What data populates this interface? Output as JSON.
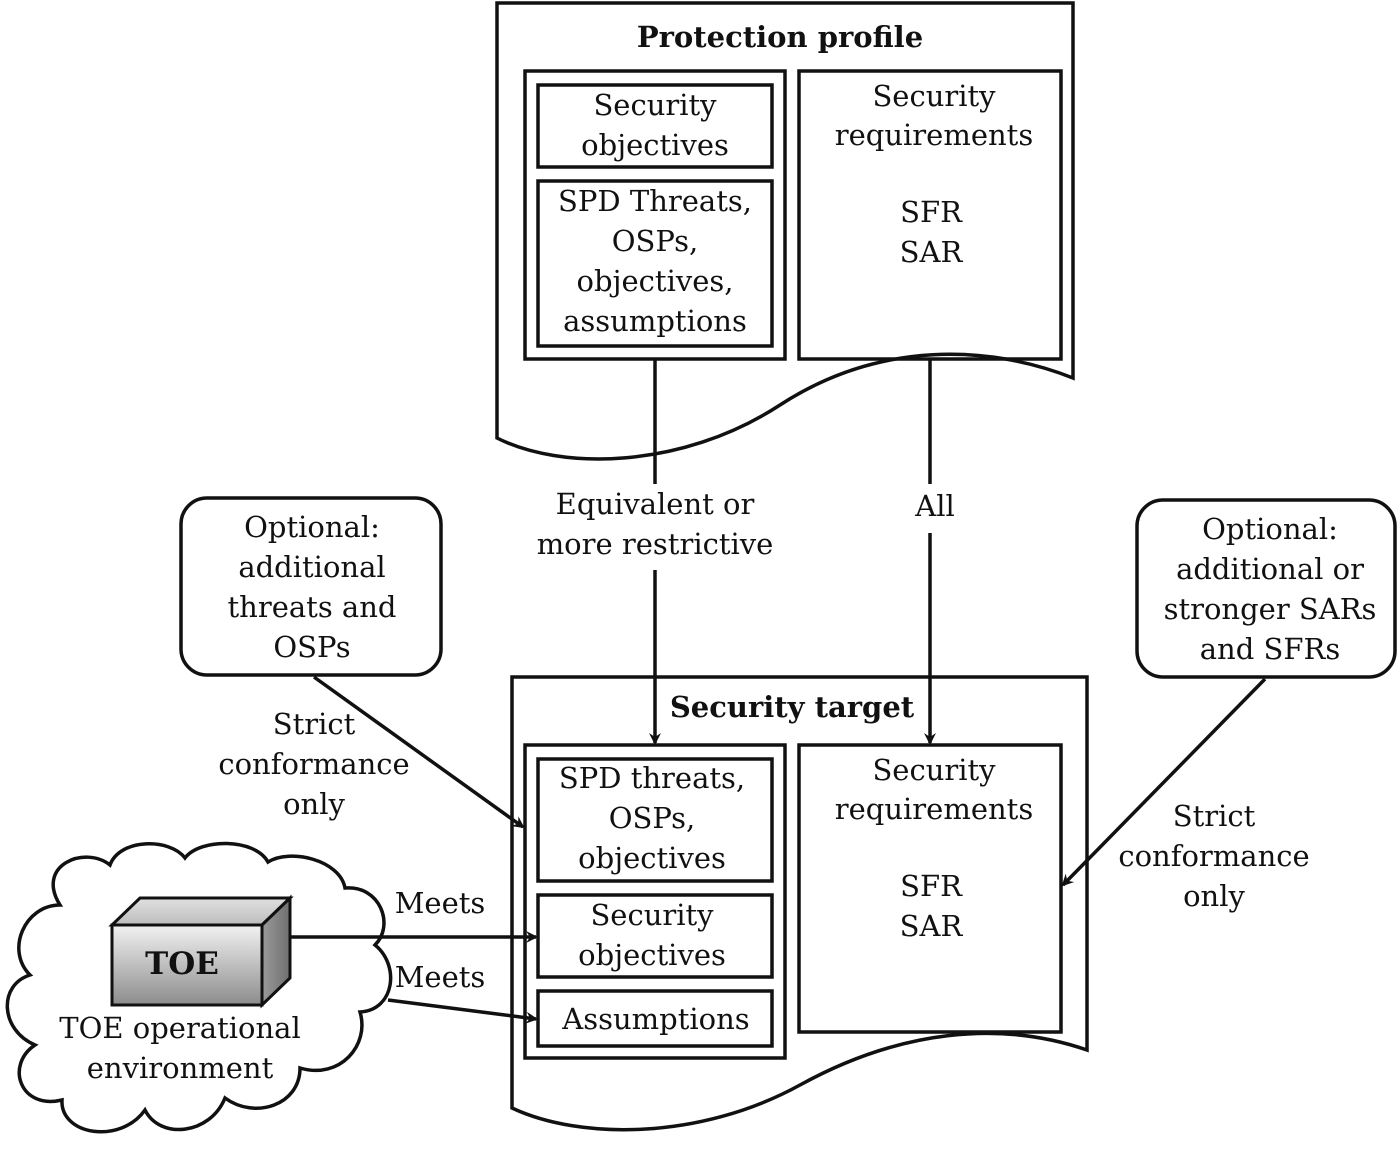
{
  "protection_profile": {
    "title": "Protection profile",
    "security_objectives": [
      "Security",
      "objectives"
    ],
    "spd": [
      "SPD Threats,",
      "OSPs,",
      "objectives,",
      "assumptions"
    ],
    "security_requirements": [
      "Security",
      "requirements"
    ],
    "req_items": [
      "SFR",
      "SAR"
    ]
  },
  "security_target": {
    "title": "Security target",
    "spd": [
      "SPD threats,",
      "OSPs,",
      "objectives"
    ],
    "security_objectives": [
      "Security",
      "objectives"
    ],
    "assumptions": "Assumptions",
    "security_requirements": [
      "Security",
      "requirements"
    ],
    "req_items": [
      "SFR",
      "SAR"
    ]
  },
  "connectors": {
    "equivalent": [
      "Equivalent or",
      "more restrictive"
    ],
    "all": "All",
    "meets_1": "Meets",
    "meets_2": "Meets",
    "strict_left": [
      "Strict",
      "conformance",
      "only"
    ],
    "strict_right": [
      "Strict",
      "conformance",
      "only"
    ]
  },
  "optional_left": [
    "Optional:",
    "additional",
    "threats and",
    "OSPs"
  ],
  "optional_right": [
    "Optional:",
    "additional or",
    "stronger SARs",
    "and SFRs"
  ],
  "toe": {
    "label": "TOE",
    "environment": [
      "TOE operational",
      "environment"
    ]
  }
}
